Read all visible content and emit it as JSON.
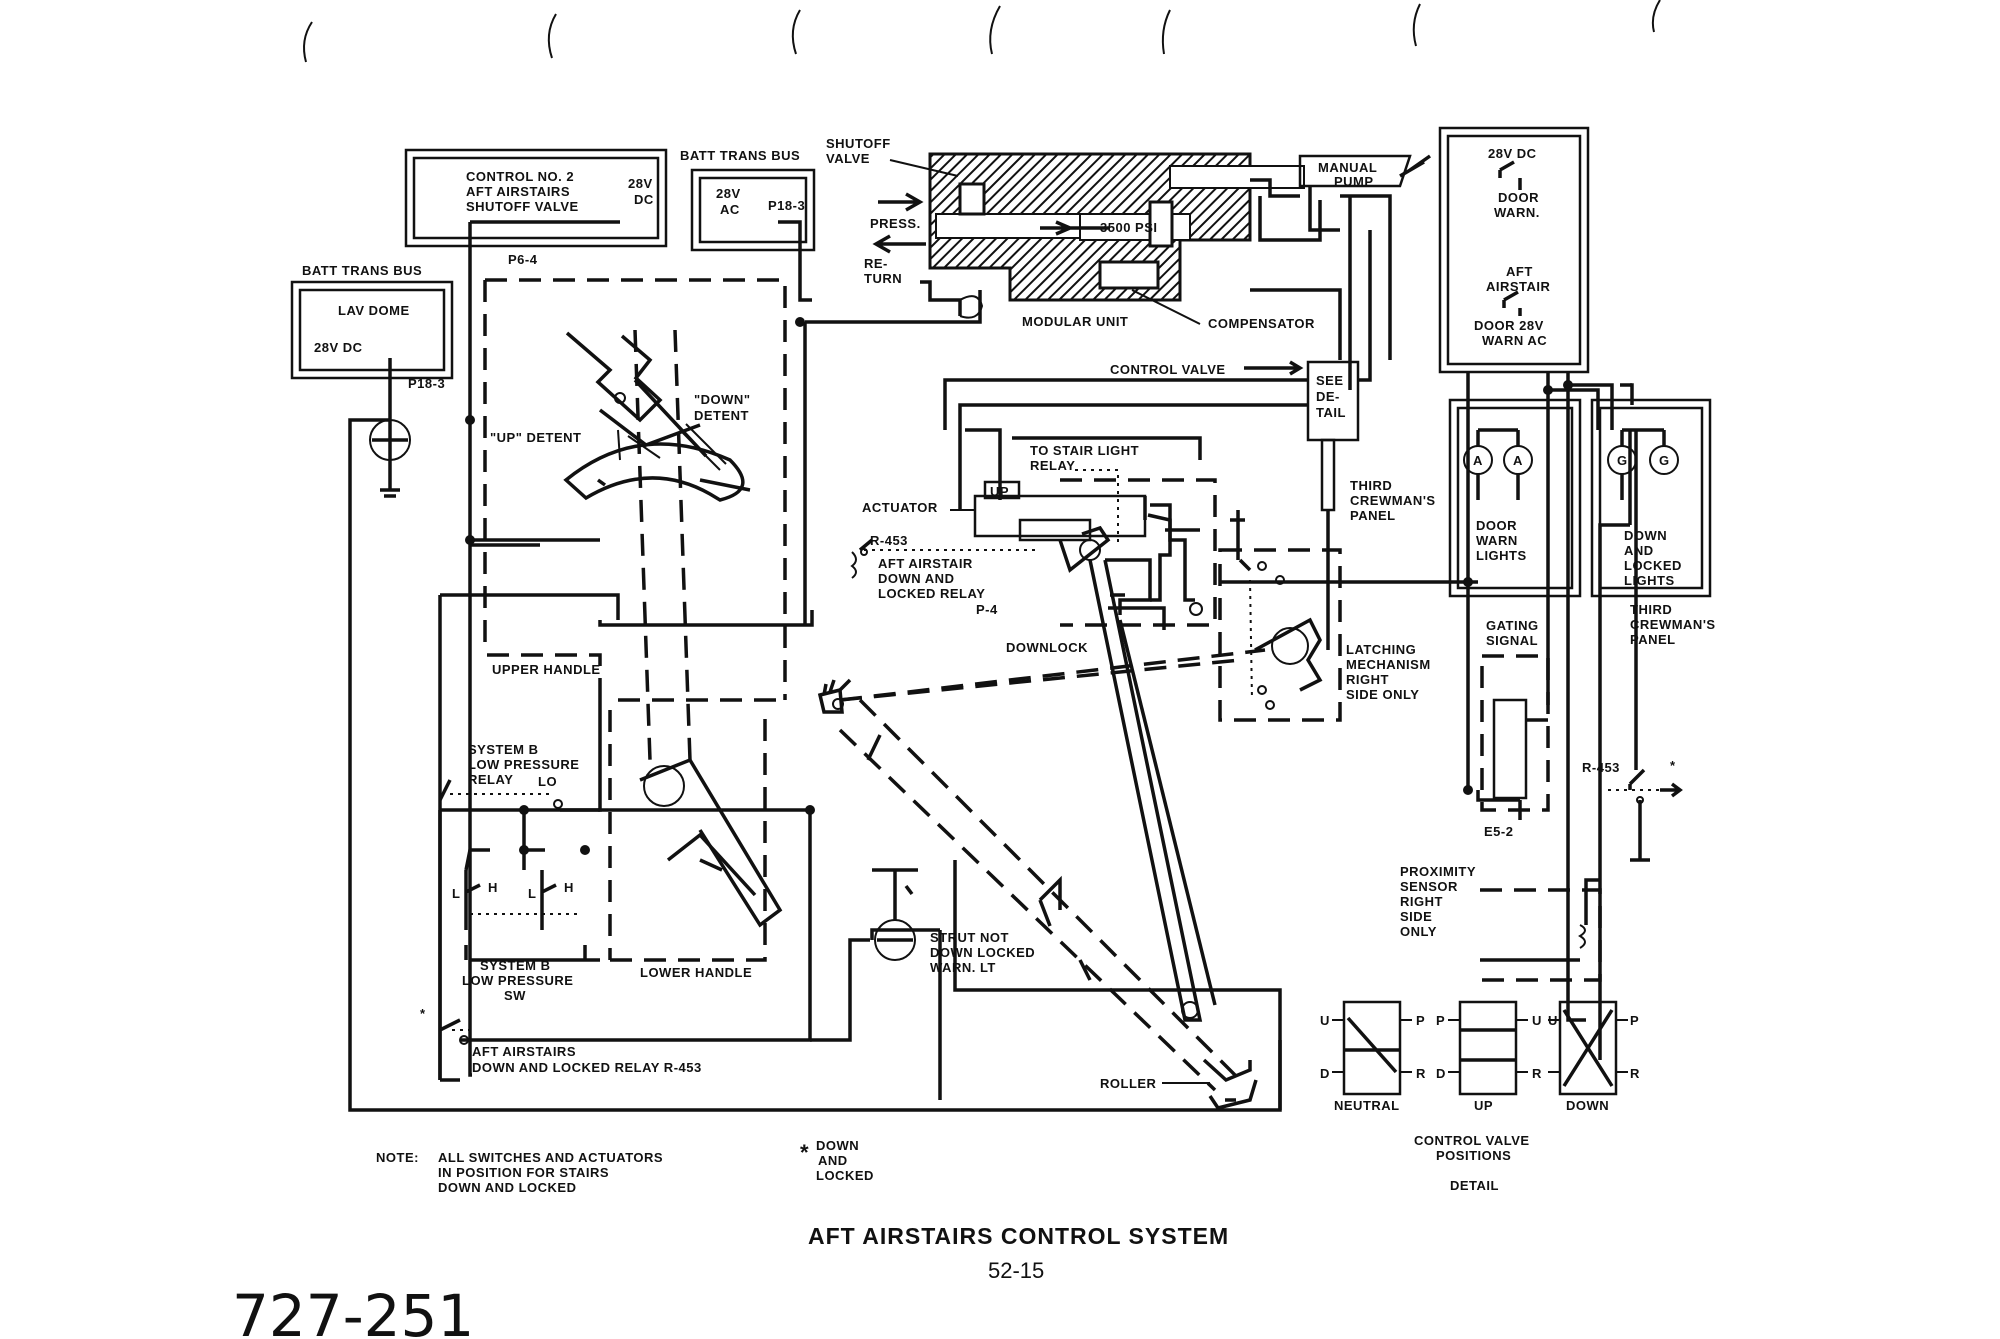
{
  "title": "AFT AIRSTAIRS CONTROL SYSTEM",
  "page_number": "52-15",
  "document_number": "727-251",
  "note": {
    "prefix": "NOTE:",
    "line1": "ALL SWITCHES AND ACTUATORS",
    "line2": "IN POSITION FOR STAIRS",
    "line3": "DOWN AND LOCKED"
  },
  "asterisk_note": {
    "symbol": "*",
    "line1": "DOWN",
    "line2": "AND",
    "line3": "LOCKED"
  },
  "power": {
    "batt_trans_bus_left": "BATT TRANS BUS",
    "lav_dome": "LAV DOME",
    "v28_dc_left": "28V DC",
    "p18_3_left": "P18-3",
    "control_no2_l1": "CONTROL NO. 2",
    "control_no2_l2": "AFT AIRSTAIRS",
    "control_no2_l3": "SHUTOFF VALVE",
    "v28_a": "28V",
    "dc_a": "DC",
    "p6_4": "P6-4",
    "batt_trans_bus_mid": "BATT TRANS BUS",
    "v28_b": "28V",
    "ac_b": "AC",
    "p18_3_mid": "P18-3"
  },
  "hydraulics": {
    "shutoff_l1": "SHUTOFF",
    "shutoff_l2": "VALVE",
    "press": "PRESS.",
    "return_l1": "RE-",
    "return_l2": "TURN",
    "psi": "3500 PSI",
    "manual_pump_l1": "MANUAL",
    "manual_pump_l2": "PUMP",
    "modular_unit": "MODULAR UNIT",
    "compensator": "COMPENSATOR",
    "control_valve": "CONTROL VALVE",
    "see_detail_l1": "SEE",
    "see_detail_l2": "DE-",
    "see_detail_l3": "TAIL"
  },
  "mechanism": {
    "up_detent": "\"UP\" DETENT",
    "down_detent_l1": "\"DOWN\"",
    "down_detent_l2": "DETENT",
    "upper_handle": "UPPER HANDLE",
    "lower_handle": "LOWER HANDLE",
    "to_stair_light_l1": "TO STAIR LIGHT",
    "to_stair_light_l2": "RELAY",
    "up": "UP",
    "actuator": "ACTUATOR",
    "r453_a": "R-453",
    "aft_dl_relay_l1": "AFT AIRSTAIR",
    "aft_dl_relay_l2": "DOWN AND",
    "aft_dl_relay_l3": "LOCKED RELAY",
    "p4": "P-4",
    "downlock": "DOWNLOCK",
    "latching_l1": "LATCHING",
    "latching_l2": "MECHANISM",
    "latching_l3": "RIGHT",
    "latching_l4": "SIDE ONLY",
    "roller": "ROLLER"
  },
  "system_b": {
    "relay_l1": "SYSTEM B",
    "relay_l2": "LOW PRESSURE",
    "relay_l3": "RELAY",
    "lo": "LO",
    "sw_l1": "SYSTEM B",
    "sw_l2": "LOW PRESSURE",
    "sw_l3": "SW",
    "L": "L",
    "H": "H",
    "strut_l1": "STRUT NOT",
    "strut_l2": "DOWN LOCKED",
    "strut_l3": "WARN. LT",
    "aft_relay_l1": "AFT AIRSTAIRS",
    "aft_relay_l2": "DOWN AND LOCKED RELAY R-453"
  },
  "right_panel": {
    "v28_dc": "28V DC",
    "door_warn_l1": "DOOR",
    "door_warn_l2": "WARN.",
    "aft_airstair_l1": "AFT",
    "aft_airstair_l2": "AIRSTAIR",
    "door_28v_l1": "DOOR 28V",
    "door_28v_l2": "WARN AC",
    "third_crewman_l1": "THIRD",
    "third_crewman_l2": "CREWMAN'S",
    "third_crewman_l3": "PANEL",
    "lamp_a": "A",
    "lamp_g": "G",
    "door_warn_lights_l1": "DOOR",
    "door_warn_lights_l2": "WARN",
    "door_warn_lights_l3": "LIGHTS",
    "down_locked_l1": "DOWN",
    "down_locked_l2": "AND",
    "down_locked_l3": "LOCKED",
    "down_locked_l4": "LIGHTS",
    "third_crewman_r_l1": "THIRD",
    "third_crewman_r_l2": "CREWMAN'S",
    "third_crewman_r_l3": "PANEL",
    "gating_l1": "GATING",
    "gating_l2": "SIGNAL",
    "r453_b": "R-453",
    "e5_2": "E5-2",
    "proximity_l1": "PROXIMITY",
    "proximity_l2": "SENSOR",
    "proximity_l3": "RIGHT",
    "proximity_l4": "SIDE",
    "proximity_l5": "ONLY"
  },
  "valve_detail": {
    "U": "U",
    "P": "P",
    "D": "D",
    "R": "R",
    "neutral": "NEUTRAL",
    "up": "UP",
    "down": "DOWN",
    "caption_l1": "CONTROL VALVE",
    "caption_l2": "POSITIONS",
    "caption_l3": "DETAIL"
  }
}
